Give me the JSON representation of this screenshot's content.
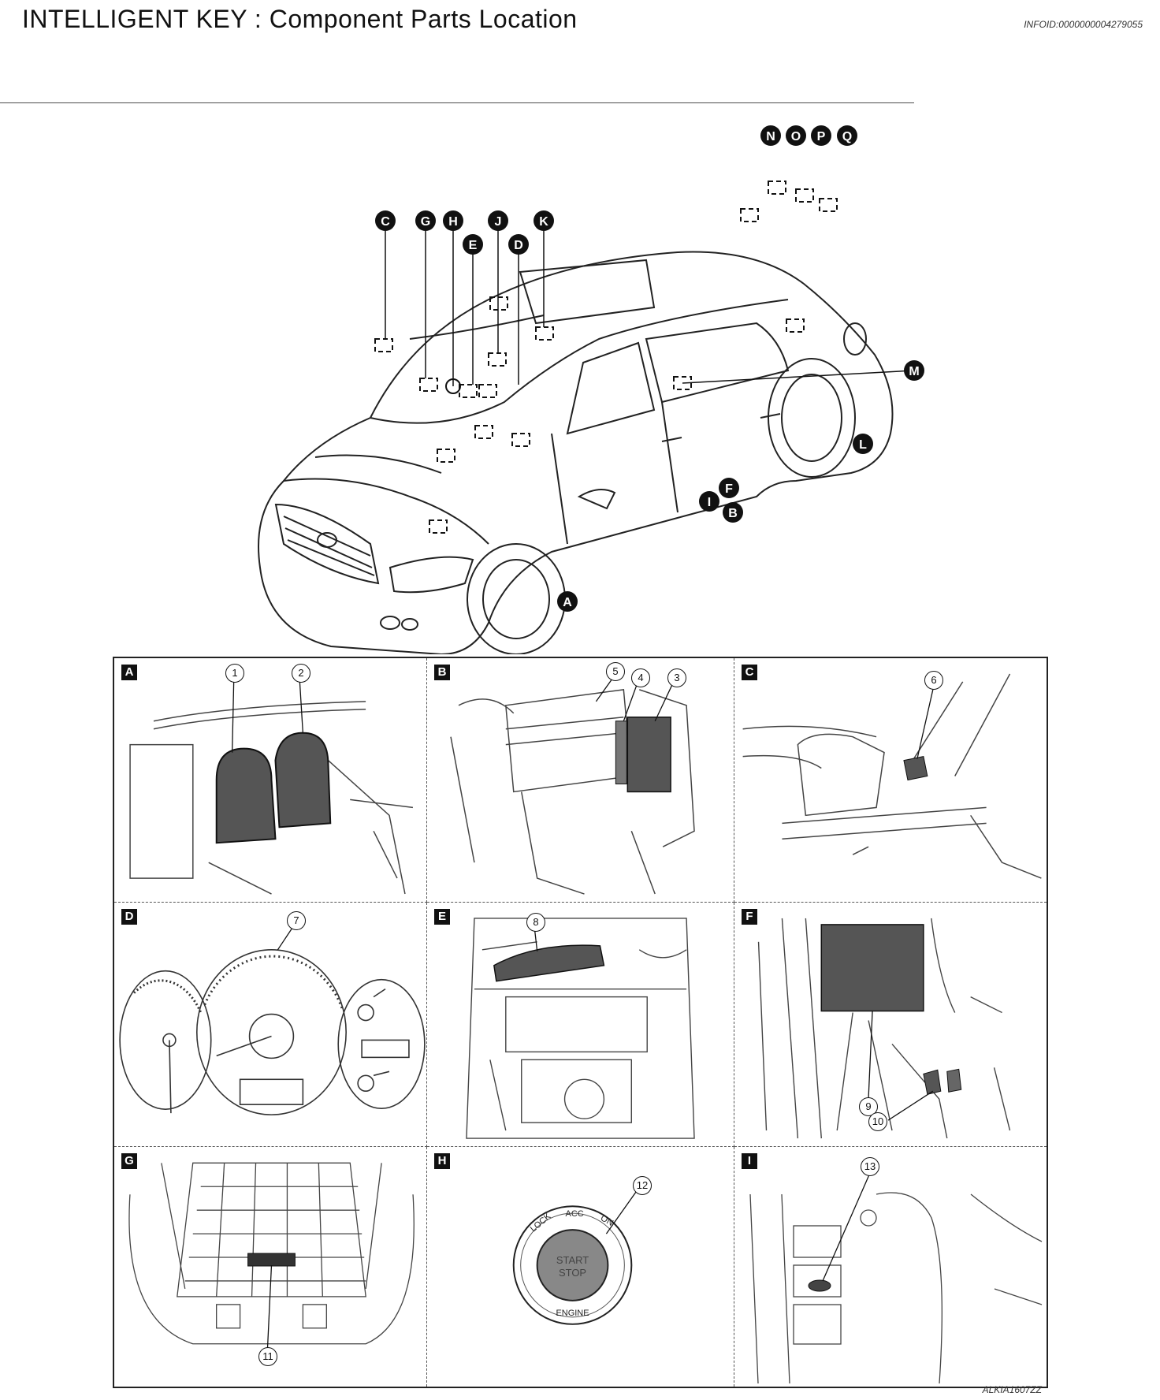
{
  "title": "INTELLIGENT KEY : Component Parts Location",
  "info_id": "INFOID:0000000004279055",
  "figure_code": "ALKIA1607ZZ",
  "overview_callouts": [
    "A",
    "B",
    "C",
    "D",
    "E",
    "F",
    "G",
    "H",
    "I",
    "J",
    "K",
    "L",
    "M",
    "N",
    "O",
    "P",
    "Q"
  ],
  "panels": [
    {
      "tag": "A",
      "numbers": [
        "1",
        "2"
      ]
    },
    {
      "tag": "B",
      "numbers": [
        "5",
        "4",
        "3"
      ]
    },
    {
      "tag": "C",
      "numbers": [
        "6"
      ]
    },
    {
      "tag": "D",
      "numbers": [
        "7"
      ]
    },
    {
      "tag": "E",
      "numbers": [
        "8"
      ]
    },
    {
      "tag": "F",
      "numbers": [
        "9",
        "10"
      ]
    },
    {
      "tag": "G",
      "numbers": [
        "11"
      ]
    },
    {
      "tag": "H",
      "numbers": [
        "12"
      ]
    },
    {
      "tag": "I",
      "numbers": [
        "13"
      ]
    }
  ],
  "start_button": {
    "lock": "LOCK",
    "acc": "ACC",
    "on": "ON",
    "start": "START",
    "stop": "STOP",
    "engine": "ENGINE"
  }
}
